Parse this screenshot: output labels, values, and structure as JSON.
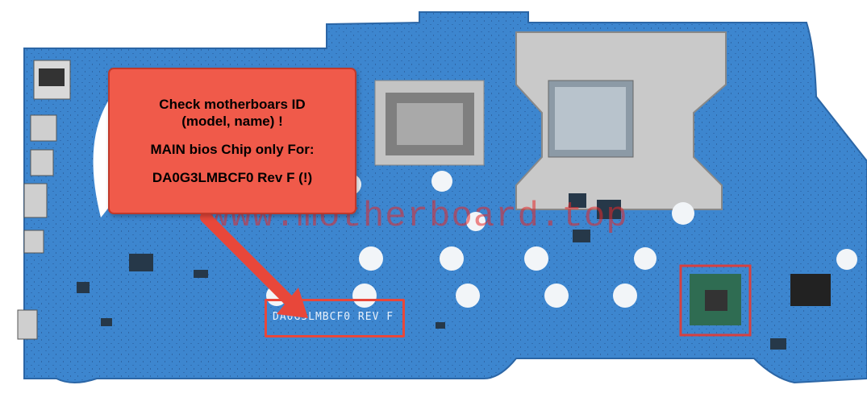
{
  "callout": {
    "line1": "Check motherboars ID",
    "line2": "(model, name) !",
    "line3": "MAIN bios Chip only For:",
    "line4": "DA0G3LMBCF0 Rev F (!)"
  },
  "watermark": "www.motherboard.top",
  "board_silkscreen": "DA0G3LMBCF0 REV F",
  "colors": {
    "pcb": "#3d86cf",
    "callout_fill": "#f05a4a",
    "highlight_border": "#e8473a",
    "watermark": "#e62828"
  }
}
